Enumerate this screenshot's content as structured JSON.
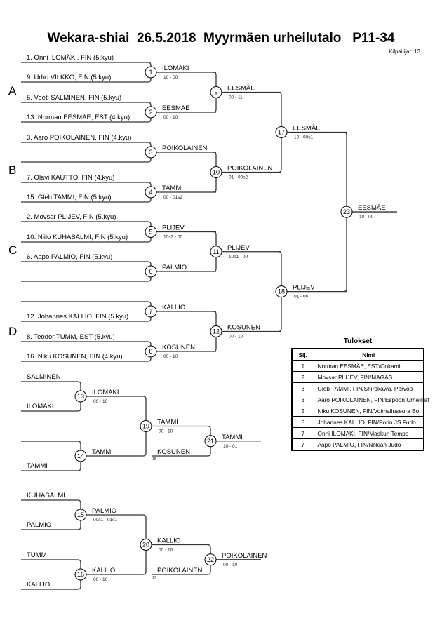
{
  "header": {
    "title": "Wekara-shiai  26.5.2018  Myyrmäen urheilutalo   P11-34",
    "competitor_count": "Kilpailijat: 13"
  },
  "pools": [
    "A",
    "B",
    "C",
    "D"
  ],
  "entrants": [
    "1. Onni ILOMÄKI, FIN (5.kyu)",
    "9. Urho VILKKO, FIN (5.kyu)",
    "5. Veeti SALMINEN, FIN (5.kyu)",
    "13. Norman EESMÄE, EST (4.kyu)",
    "3. Aaro POIKOLAINEN, FIN (4.kyu)",
    "",
    "7. Olavi KAUTTO, FIN (4.kyu)",
    "15. Gleb TAMMI, FIN (5.kyu)",
    "2. Movsar PLIJEV, FIN (5.kyu)",
    "10. Niilo KUHASALMI, FIN (5.kyu)",
    "6. Aapo PALMIO, FIN (5.kyu)",
    "",
    "",
    "12. Johannes KALLIO, FIN (5.kyu)",
    "8. Teodor TUMM, EST (5.kyu)",
    "16. Niku KOSUNEN, FIN (4.kyu)"
  ],
  "matches": {
    "m1": {
      "num": "1",
      "winner": "ILOMÄKI",
      "score": "10 - 00"
    },
    "m2": {
      "num": "2",
      "winner": "EESMÄE",
      "score": "00 - 10"
    },
    "m3": {
      "num": "3",
      "winner": "POIKOLAINEN",
      "score": ""
    },
    "m4": {
      "num": "4",
      "winner": "TAMMI",
      "score": "00 - 01s2"
    },
    "m5": {
      "num": "5",
      "winner": "PLIJEV",
      "score": "10s2 - 00"
    },
    "m6": {
      "num": "6",
      "winner": "PALMIO",
      "score": ""
    },
    "m7": {
      "num": "7",
      "winner": "KALLIO",
      "score": ""
    },
    "m8": {
      "num": "8",
      "winner": "KOSUNEN",
      "score": "00 - 10"
    },
    "m9": {
      "num": "9",
      "winner": "EESMÄE",
      "score": "00 - 11"
    },
    "m10": {
      "num": "10",
      "winner": "POIKOLAINEN",
      "score": "01 - 00s2"
    },
    "m11": {
      "num": "11",
      "winner": "PLIJEV",
      "score": "10s1 - 00"
    },
    "m12": {
      "num": "12",
      "winner": "KOSUNEN",
      "score": "00 - 10"
    },
    "m17": {
      "num": "17",
      "winner": "EESMÄE",
      "score": "10 - 00s1"
    },
    "m18": {
      "num": "18",
      "winner": "PLIJEV",
      "score": "01 - 00"
    },
    "m23": {
      "num": "23",
      "winner": "EESMÄE",
      "score": "10 - 00"
    }
  },
  "repechage": {
    "entrants_a": [
      "SALMINEN",
      "ILOMÄKI",
      "",
      "TAMMI"
    ],
    "entrants_b": [
      "KUHASALMI",
      "PALMIO",
      "TUMM",
      "KALLIO"
    ],
    "m13": {
      "num": "13",
      "winner": "ILOMÄKI",
      "score": "00 - 10"
    },
    "m14": {
      "num": "14",
      "winner": "TAMMI",
      "score": ""
    },
    "m19": {
      "num": "19",
      "winner": "TAMMI",
      "score": "00 - 10"
    },
    "m21": {
      "num": "21",
      "winner": "TAMMI",
      "score": "10 - 01",
      "loser_in": "KOSUNEN",
      "loser_from": "18"
    },
    "m15": {
      "num": "15",
      "winner": "PALMIO",
      "score": "00s1 - 01s1"
    },
    "m16": {
      "num": "16",
      "winner": "KALLIO",
      "score": "00 - 10"
    },
    "m20": {
      "num": "20",
      "winner": "KALLIO",
      "score": "00 - 10"
    },
    "m22": {
      "num": "22",
      "winner": "POIKOLAINEN",
      "score": "00 - 10",
      "loser_in": "POIKOLAINEN",
      "loser_from": "17"
    }
  },
  "results": {
    "title": "Tulokset",
    "headers": [
      "Sij.",
      "Nimi"
    ],
    "rows": [
      {
        "rank": "1",
        "name": "Norman EESMÄE, EST/Ookami"
      },
      {
        "rank": "2",
        "name": "Movsar PLIJEV, FIN/MAGAS"
      },
      {
        "rank": "3",
        "name": "Gleb TAMMI, FIN/Shirokawa, Porvoo"
      },
      {
        "rank": "3",
        "name": "Aaro POIKOLAINEN, FIN/Espoon Urheilijat"
      },
      {
        "rank": "5",
        "name": "Niku KOSUNEN, FIN/Voimailuseura Bo"
      },
      {
        "rank": "5",
        "name": "Johannes KALLIO, FIN/Porin JS Fudo"
      },
      {
        "rank": "7",
        "name": "Onni ILOMÄKI, FIN/Maskun Tempo"
      },
      {
        "rank": "7",
        "name": "Aapo PALMIO, FIN/Nokian Judo"
      }
    ]
  }
}
